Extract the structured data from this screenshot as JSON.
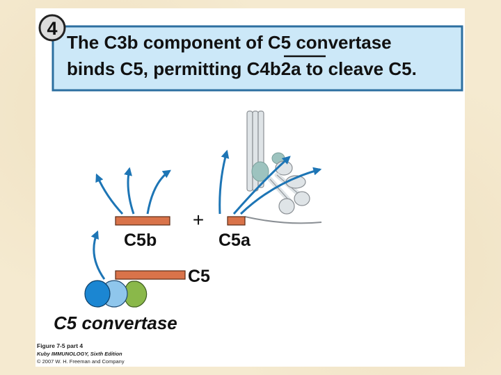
{
  "step": {
    "number": "4",
    "title_line1": "The C3b component of C5 convertase",
    "title_line2_pre": "binds C5, permitting ",
    "title_line2_term": "C4b2a",
    "title_line2_post": " to cleave C5."
  },
  "labels": {
    "plus": "+",
    "c5b": "C5b",
    "c5a": "C5a",
    "c5": "C5",
    "convertase": "C5 convertase"
  },
  "caption": {
    "figure": "Figure 7-5 part 4",
    "book": "Kuby IMMUNOLOGY, Sixth Edition",
    "copyright": "© 2007 W. H. Freeman and Company"
  },
  "colors": {
    "background": "#f5ead0",
    "title_box": "#cce8f8",
    "title_border": "#2c6fa0",
    "protein_bar": "#d9734a",
    "arrow": "#1d75b5",
    "dark_blue_subunit": "#1b86d2",
    "light_blue_subunit": "#8fc6ec",
    "green_subunit": "#8ab84a",
    "receptor": "#dfe4e7"
  }
}
